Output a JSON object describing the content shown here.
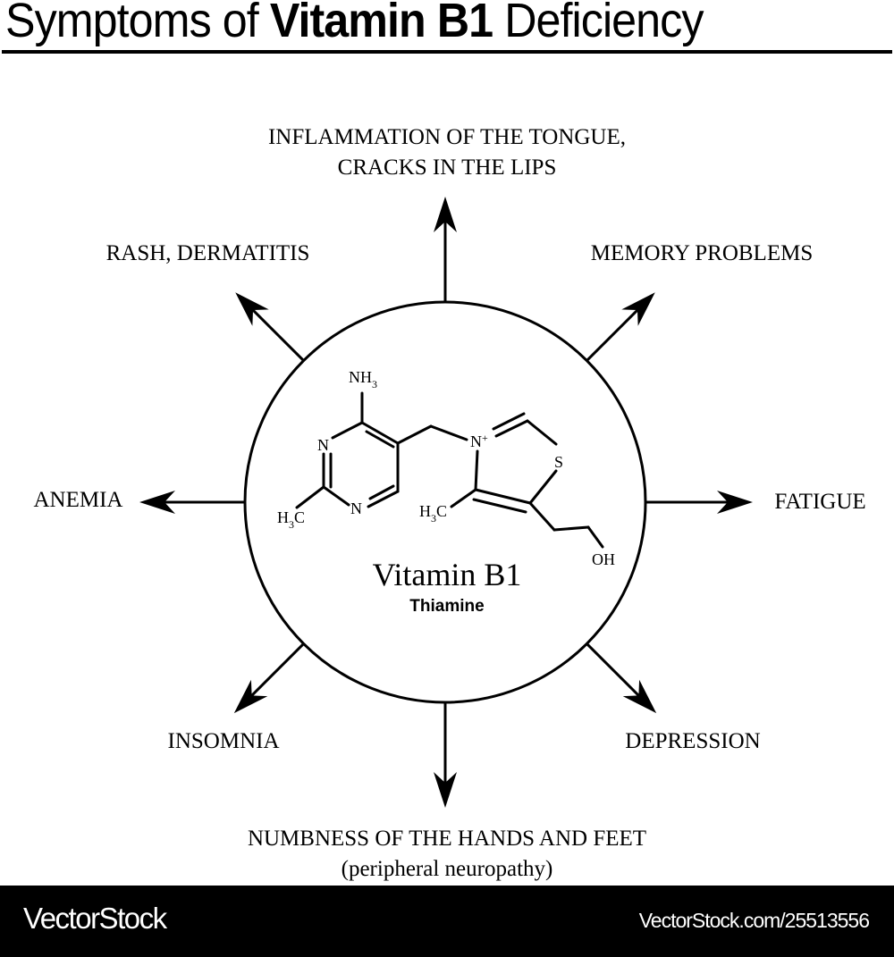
{
  "header": {
    "title_prefix": "Symptoms of ",
    "title_bold": "Vitamin B1",
    "title_suffix": " Deficiency"
  },
  "center": {
    "name": "Vitamin B1",
    "subtitle": "Thiamine",
    "atoms": {
      "nh3": "NH",
      "nh3_sub": "3",
      "n1": "N",
      "n2": "N",
      "h3c_left": "H",
      "h3c_left_sub": "3",
      "h3c_left_c": "C",
      "n_plus": "N",
      "plus": "+",
      "s": "S",
      "h3c_right": "H",
      "h3c_right_sub": "3",
      "h3c_right_c": "C",
      "oh": "OH"
    }
  },
  "symptoms": [
    {
      "id": "top",
      "line1": "INFLAMMATION OF THE TONGUE,",
      "line2": "CRACKS IN THE LIPS"
    },
    {
      "id": "top-right",
      "line1": "MEMORY PROBLEMS",
      "line2": ""
    },
    {
      "id": "right",
      "line1": "FATIGUE",
      "line2": ""
    },
    {
      "id": "bottom-right",
      "line1": "DEPRESSION",
      "line2": ""
    },
    {
      "id": "bottom",
      "line1": "NUMBNESS OF THE HANDS AND FEET",
      "line2": "(peripheral neuropathy)"
    },
    {
      "id": "bottom-left",
      "line1": "INSOMNIA",
      "line2": ""
    },
    {
      "id": "left",
      "line1": "ANEMIA",
      "line2": ""
    },
    {
      "id": "top-left",
      "line1": "RASH, DERMATITIS",
      "line2": ""
    }
  ],
  "footer": {
    "logo": "VectorStock",
    "url": "VectorStock.com/25513556"
  }
}
